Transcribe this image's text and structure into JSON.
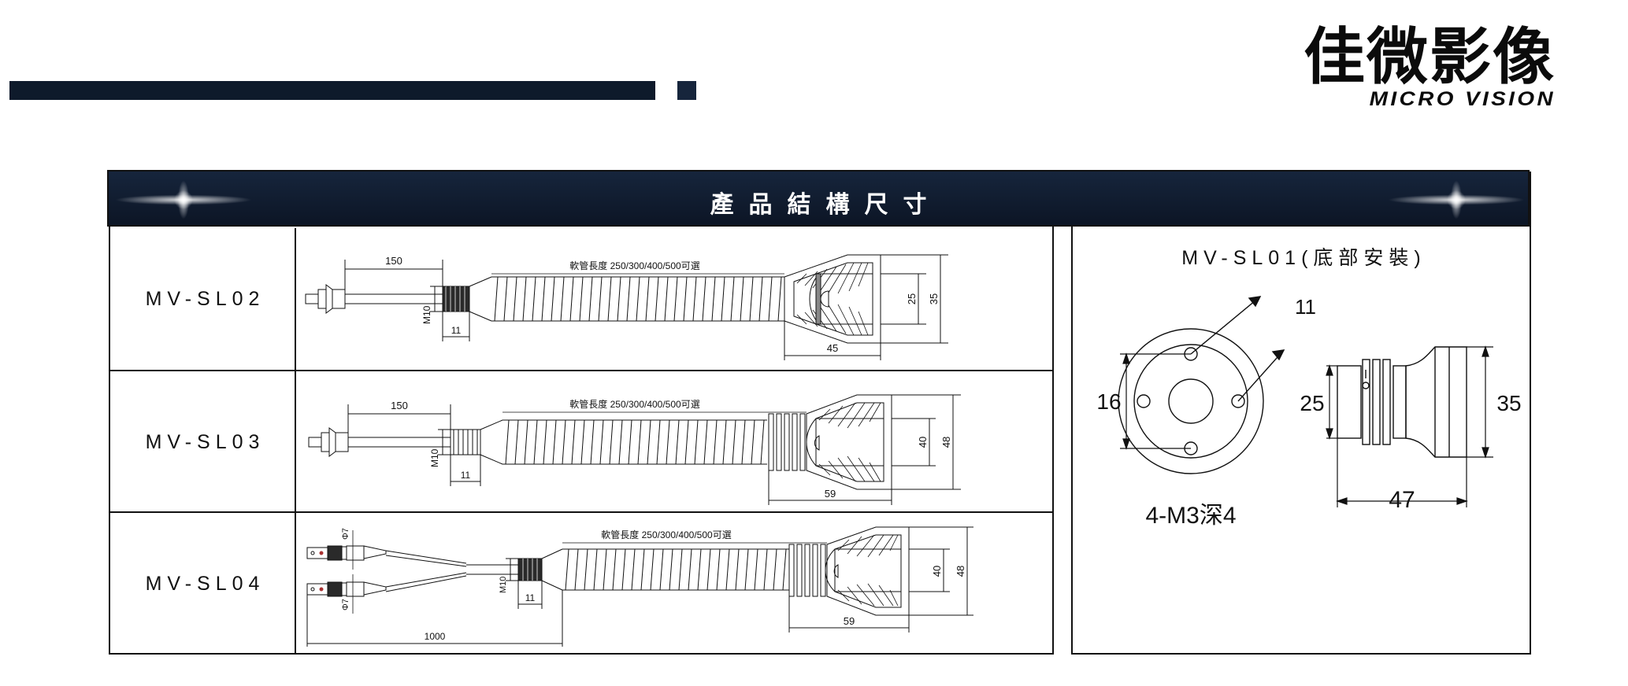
{
  "brand": {
    "chinese": "佳微影像",
    "english": "MICRO VISION"
  },
  "header": {
    "title": "產品結構尺寸"
  },
  "rows": [
    {
      "model": "MV-SL02",
      "hose_note": "軟管長度 250/300/400/500可選",
      "dims": {
        "cable_length": "150",
        "thread": "M10",
        "thread_length": "11",
        "head_inner": "25",
        "head_outer": "35",
        "head_depth": "45"
      }
    },
    {
      "model": "MV-SL03",
      "hose_note": "軟管長度 250/300/400/500可選",
      "dims": {
        "cable_length": "150",
        "thread": "M10",
        "thread_length": "11",
        "head_inner": "40",
        "head_outer": "48",
        "head_depth": "59"
      }
    },
    {
      "model": "MV-SL04",
      "hose_note": "軟管長度 250/300/400/500可選",
      "dims": {
        "branch_dia_top": "Φ7",
        "branch_dia_bottom": "Φ7",
        "total_length": "1000",
        "thread": "M10",
        "thread_length": "11",
        "head_inner": "40",
        "head_outer": "48",
        "head_depth": "59"
      }
    }
  ],
  "right_panel": {
    "title": "MV-SL01(底部安裝)",
    "face_view": {
      "bolt_circle": "16",
      "hole_spacing": "11",
      "thread_note": "4-M3深4"
    },
    "side_view": {
      "body_height": "25",
      "head_height": "35",
      "length": "47"
    }
  },
  "colors": {
    "navy": "#0e1a2b",
    "navy_light": "#16253c",
    "line": "#111111",
    "white": "#ffffff"
  }
}
